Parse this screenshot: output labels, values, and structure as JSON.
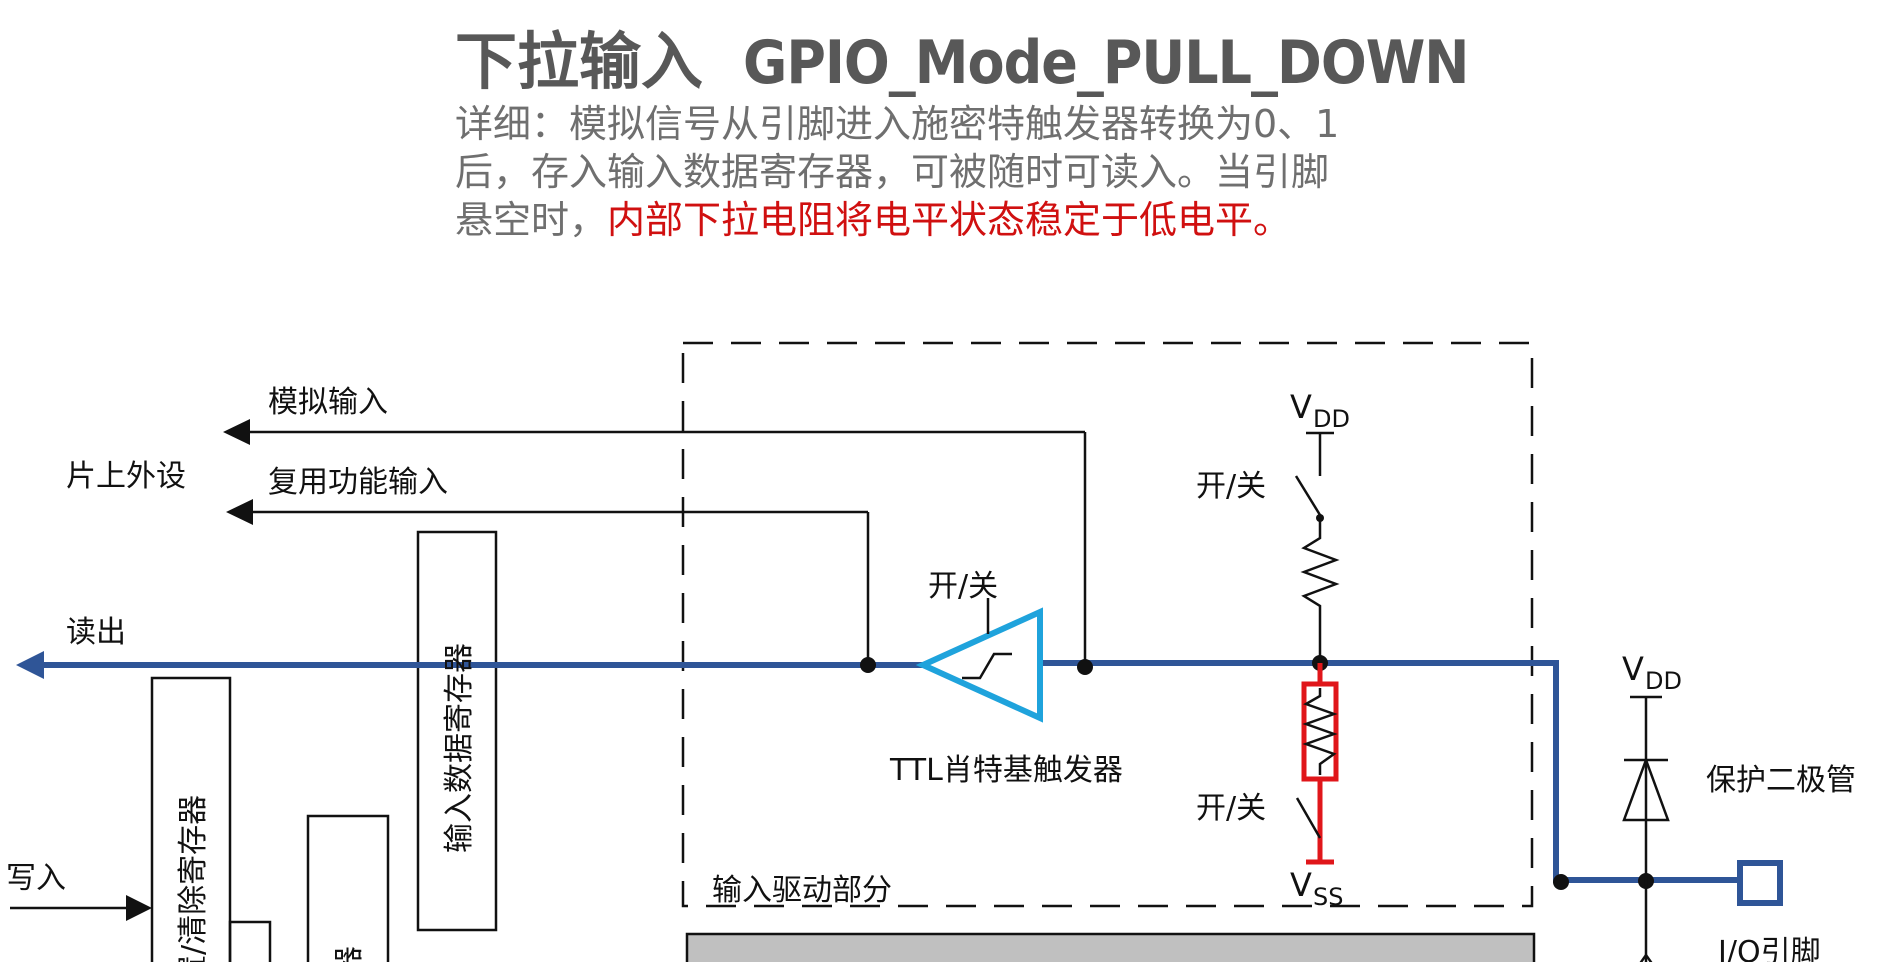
{
  "title": {
    "cn": "下拉输入",
    "mode": "GPIO_Mode_PULL_DOWN"
  },
  "description": {
    "lines": [
      "详细：模拟信号从引脚进入施密特触发器转换为0、1",
      "后，存入输入数据寄存器，可被随时可读入。当引脚",
      "悬空时，"
    ],
    "highlight": "内部下拉电阻将电平状态稳定于低电平。"
  },
  "diagram": {
    "analog_input": "模拟输入",
    "on_chip_peripheral": "片上外设",
    "alt_function_input": "复用功能输入",
    "read_out": "读出",
    "write_in": "写入",
    "input_data_register": "输入数据寄存器",
    "set_clear_register": "置/清除寄存器",
    "output_register_partial": "器",
    "switch_trigger": "开/关",
    "switch_vdd": "开/关",
    "switch_vss": "开/关",
    "ttl_schmitt": "TTL肖特基触发器",
    "input_driver": "输入驱动部分",
    "vdd_pullup": {
      "main": "V",
      "sub": "DD"
    },
    "vss_pulldown": {
      "main": "V",
      "sub": "SS"
    },
    "vdd_diode": {
      "main": "V",
      "sub": "DD"
    },
    "protection_diode": "保护二极管",
    "io_pin": "I/O引脚"
  },
  "colors": {
    "bus": "#2f5597",
    "trigger": "#1fa3dc",
    "pulldown_highlight": "#e0161a",
    "heading": "#585858",
    "description": "#6f6f6f",
    "highlight_text": "#d01010",
    "io_pin": "#2f5597"
  }
}
